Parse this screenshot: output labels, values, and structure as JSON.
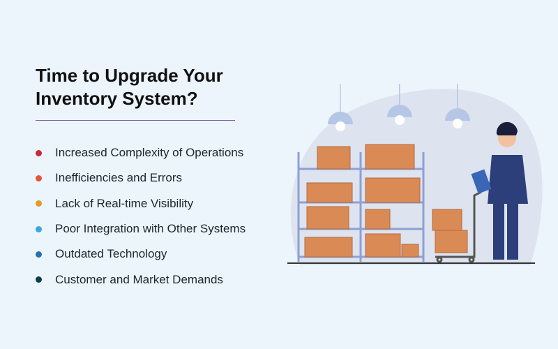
{
  "title_line1": "Time to Upgrade Your",
  "title_line2": "Inventory System?",
  "items": [
    {
      "label": "Increased Complexity of Operations",
      "color": "#c8283a"
    },
    {
      "label": "Inefficiencies and Errors",
      "color": "#e8533a"
    },
    {
      "label": "Lack of Real-time Visibility",
      "color": "#e59a24"
    },
    {
      "label": "Poor Integration with Other Systems",
      "color": "#3aa7dd"
    },
    {
      "label": "Outdated Technology",
      "color": "#2a6fb3"
    },
    {
      "label": "Customer and Market Demands",
      "color": "#0f3b52"
    }
  ]
}
